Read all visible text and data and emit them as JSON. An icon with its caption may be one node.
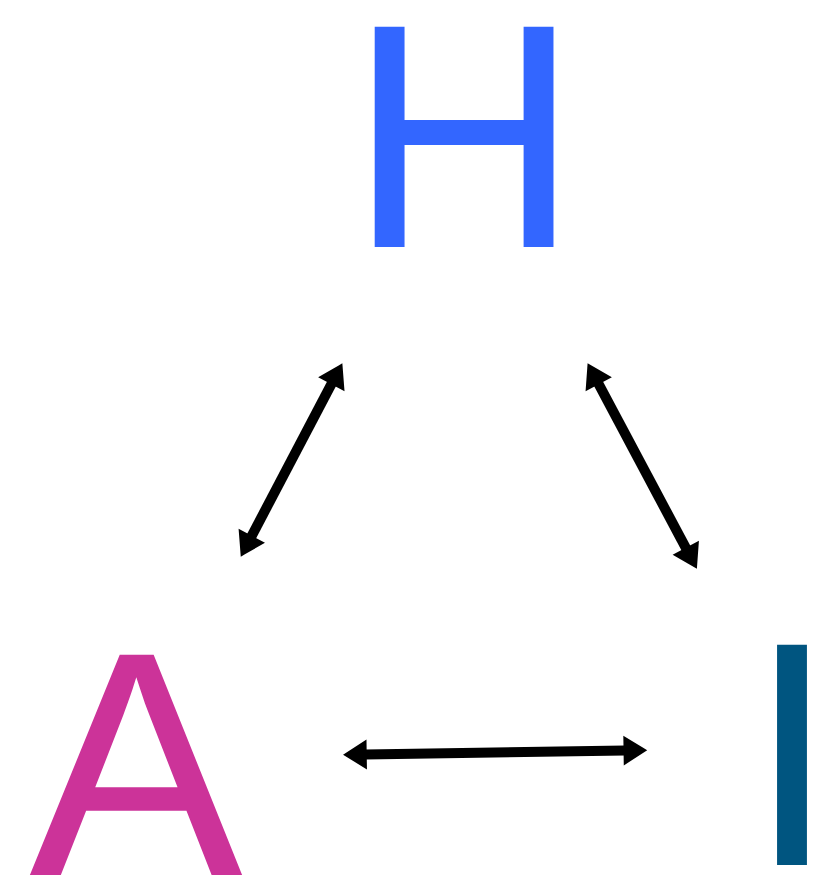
{
  "diagram": {
    "nodes": [
      {
        "text": [
          "H"
        ]
      },
      {
        "text": [
          "A"
        ]
      },
      {
        "text": [
          "I"
        ]
      }
    ],
    "edges": [
      {
        "from": 0,
        "to": 1,
        "arrow": "both"
      },
      {
        "from": 0,
        "to": 2,
        "arrow": "both"
      },
      {
        "from": 1,
        "to": 2,
        "arrow": "both"
      }
    ]
  }
}
